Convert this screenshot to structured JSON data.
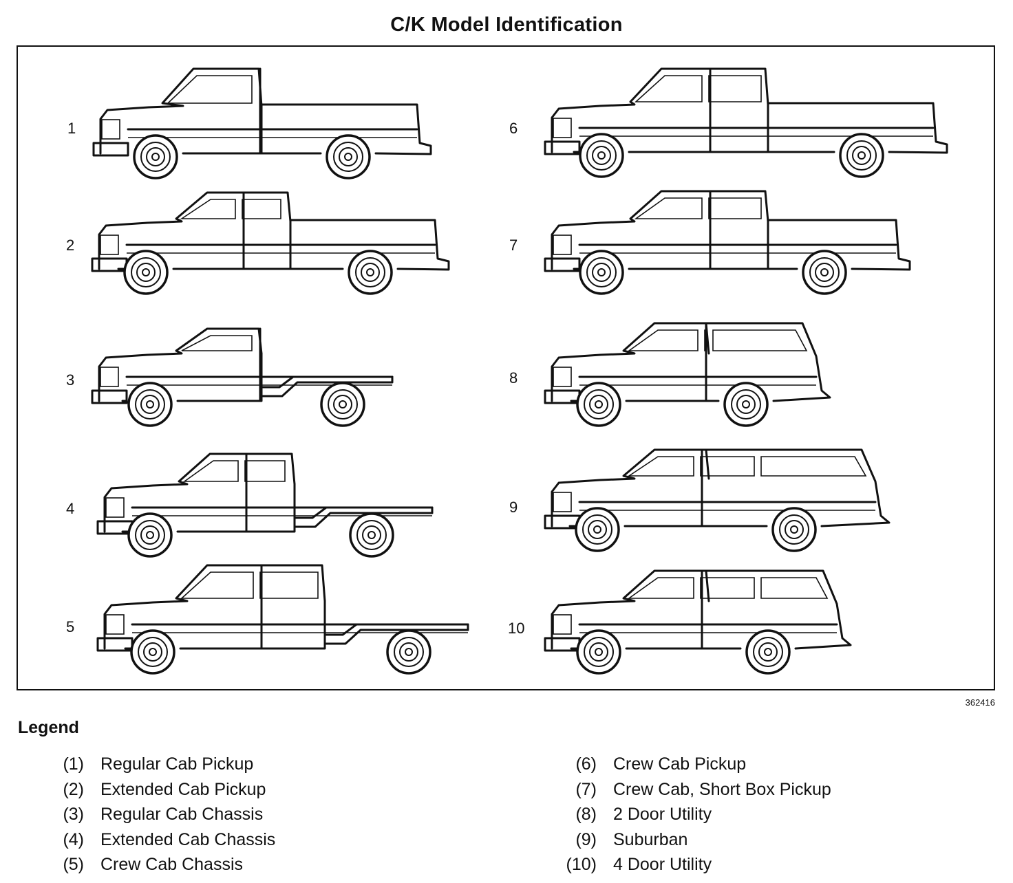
{
  "title": "C/K Model Identification",
  "figure_id": "362416",
  "vehicle_numbers": [
    "1",
    "2",
    "3",
    "4",
    "5",
    "6",
    "7",
    "8",
    "9",
    "10"
  ],
  "legend": {
    "title": "Legend",
    "items": [
      {
        "num": "(1)",
        "label": "Regular Cab Pickup"
      },
      {
        "num": "(2)",
        "label": "Extended Cab Pickup"
      },
      {
        "num": "(3)",
        "label": "Regular Cab Chassis"
      },
      {
        "num": "(4)",
        "label": "Extended Cab Chassis"
      },
      {
        "num": "(5)",
        "label": "Crew Cab Chassis"
      },
      {
        "num": "(6)",
        "label": "Crew Cab Pickup"
      },
      {
        "num": "(7)",
        "label": "Crew Cab, Short Box Pickup"
      },
      {
        "num": "(8)",
        "label": "2 Door Utility"
      },
      {
        "num": "(9)",
        "label": "Suburban"
      },
      {
        "num": "(10)",
        "label": "4 Door Utility"
      }
    ]
  }
}
